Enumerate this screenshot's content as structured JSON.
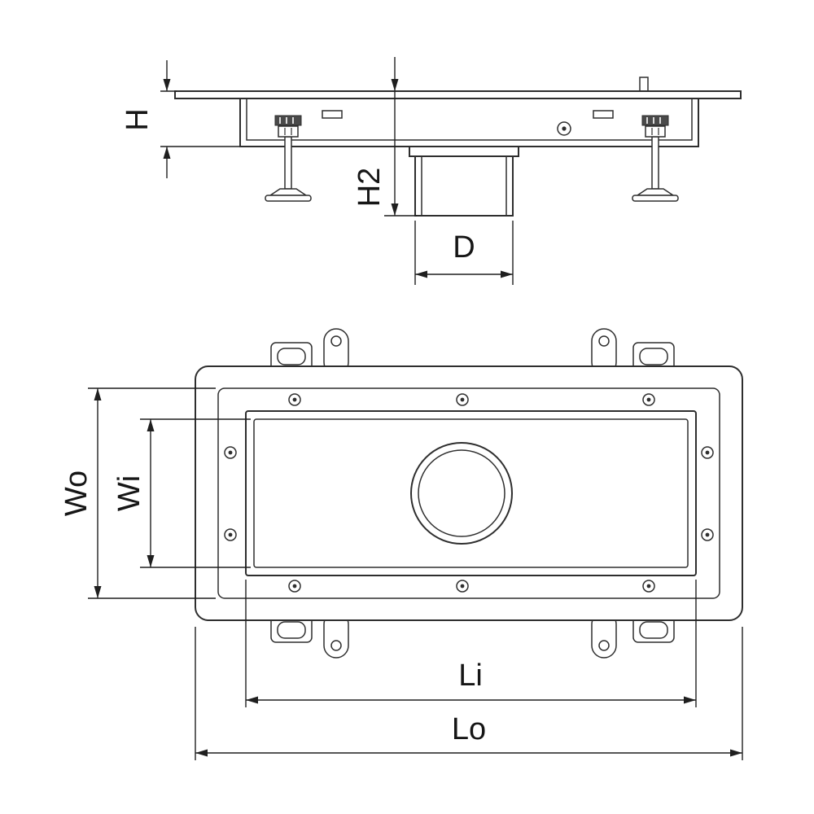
{
  "colors": {
    "line": "#2e2e2e",
    "dimension_line": "#1f1f1f",
    "text": "#161616",
    "background": "#ffffff"
  },
  "diagram": {
    "kind": "floor-drain-technical-drawing",
    "views": {
      "side": {
        "labels": {
          "h": "H",
          "h2": "H2",
          "d": "D"
        }
      },
      "plan": {
        "labels": {
          "wo": "Wo",
          "wi": "Wi",
          "li": "Li",
          "lo": "Lo"
        }
      }
    }
  }
}
